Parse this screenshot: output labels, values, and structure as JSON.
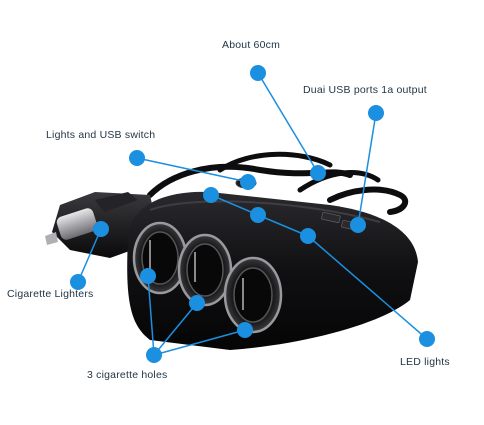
{
  "labels": {
    "cable_length": "About 60cm",
    "usb_ports": "Duai USB ports 1a output",
    "switch": "Lights and USB switch",
    "lighters": "Cigarette Lighters",
    "holes": "3 cigarette holes",
    "led": "LED lights"
  },
  "colors": {
    "marker": "#1b8fe0",
    "leader": "#1b8fe0",
    "body": "#0d0d0f",
    "ring": "#9a9a9e",
    "led_glow": "#2a7fd1"
  }
}
